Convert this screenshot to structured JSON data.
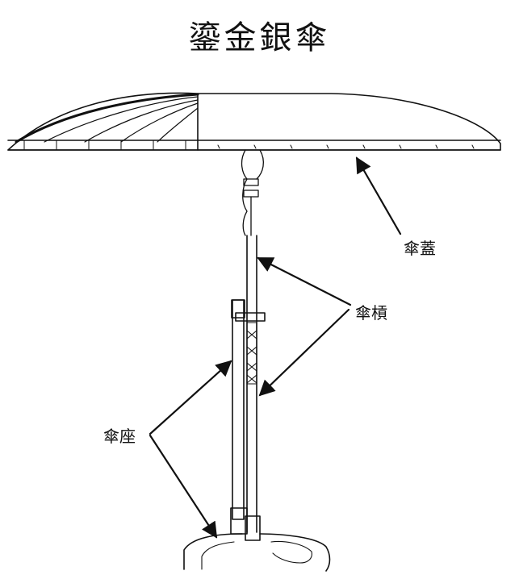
{
  "title": "鎏金銀傘",
  "labels": {
    "canopy": "傘蓋",
    "shaft": "傘槓",
    "base": "傘座"
  },
  "colors": {
    "ink": "#111111",
    "background": "#ffffff"
  }
}
